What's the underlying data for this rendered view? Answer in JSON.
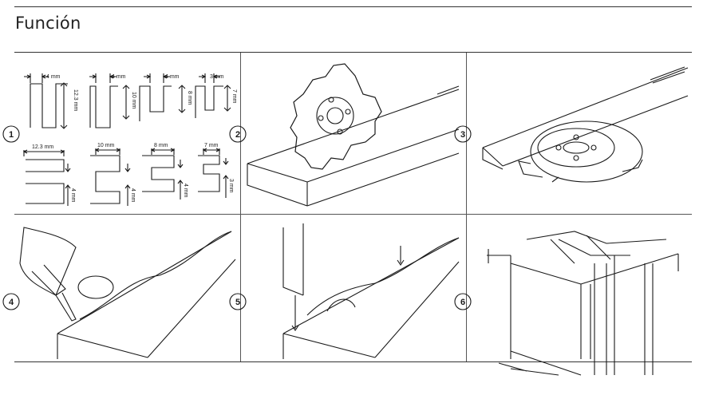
{
  "page": {
    "title": "Función"
  },
  "steps": [
    {
      "number": "1"
    },
    {
      "number": "2"
    },
    {
      "number": "3"
    },
    {
      "number": "4"
    },
    {
      "number": "5"
    },
    {
      "number": "6"
    }
  ],
  "groove_diagram": {
    "width_labels": [
      "4 mm",
      "4 mm",
      "4 mm",
      "3 mm"
    ],
    "depth_labels": [
      "12.3 mm",
      "10 mm",
      "8 mm",
      "7 mm"
    ],
    "bottom_depth_labels": [
      "12.3 mm",
      "10 mm",
      "8 mm",
      "7 mm"
    ],
    "bottom_width_labels": [
      "4 mm",
      "4 mm",
      "4 mm",
      "3 mm"
    ]
  }
}
